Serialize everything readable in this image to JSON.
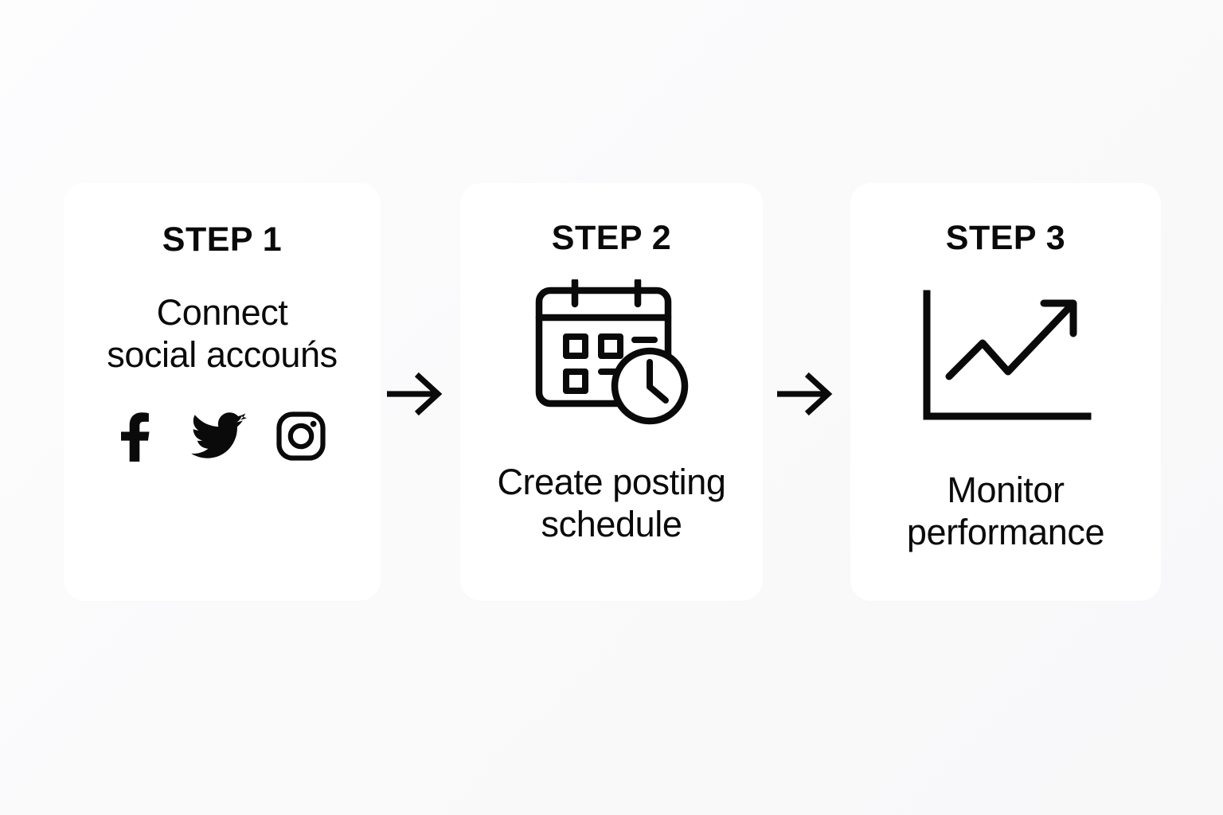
{
  "page": {
    "background_color": "#fbfbfc",
    "card_color": "#ffffff",
    "ink_color": "#0a0a0a"
  },
  "steps": [
    {
      "label": "STEP 1",
      "description_line1": "Connect",
      "description_line2": "social accouńs",
      "icon": "social-accounts",
      "socials": [
        {
          "name": "facebook-icon",
          "label": "Facebook"
        },
        {
          "name": "twitter-icon",
          "label": "Twitter"
        },
        {
          "name": "instagram-icon",
          "label": "Instagram"
        }
      ]
    },
    {
      "label": "STEP 2",
      "description_line1": "Create posting",
      "description_line2": "schedule",
      "icon": "calendar-clock-icon"
    },
    {
      "label": "STEP 3",
      "description_line1": "Monitor",
      "description_line2": "performance",
      "icon": "line-chart-arrow-up-icon"
    }
  ],
  "connectors": [
    {
      "name": "arrow-right-icon",
      "from": "STEP 1",
      "to": "STEP 2"
    },
    {
      "name": "arrow-right-icon",
      "from": "STEP 2",
      "to": "STEP 3"
    }
  ]
}
